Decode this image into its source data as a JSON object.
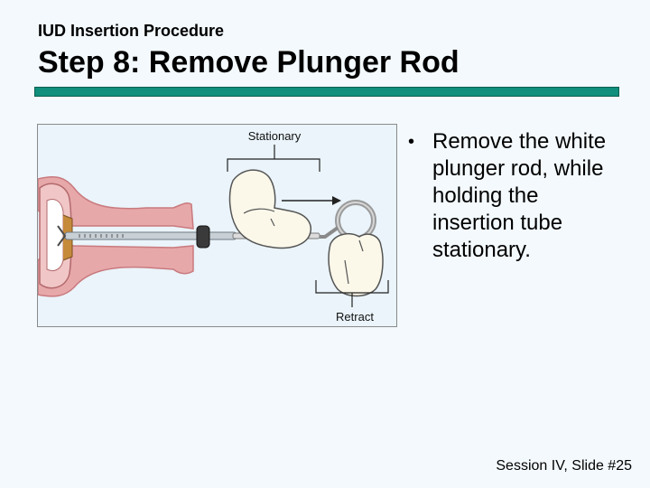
{
  "slide": {
    "supertitle": "IUD Insertion Procedure",
    "title": "Step 8: Remove Plunger Rod",
    "bullets": [
      "Remove the white plunger rod, while holding the insertion tube stationary."
    ],
    "footer": "Session IV, Slide #25"
  },
  "figure": {
    "label_top": "Stationary",
    "label_bottom": "Retract"
  },
  "colors": {
    "title_rule": "#0f8f7c",
    "background": "#f3f9fd",
    "tissue": "#e7a8aa",
    "tissue_dark": "#c97a7e"
  }
}
